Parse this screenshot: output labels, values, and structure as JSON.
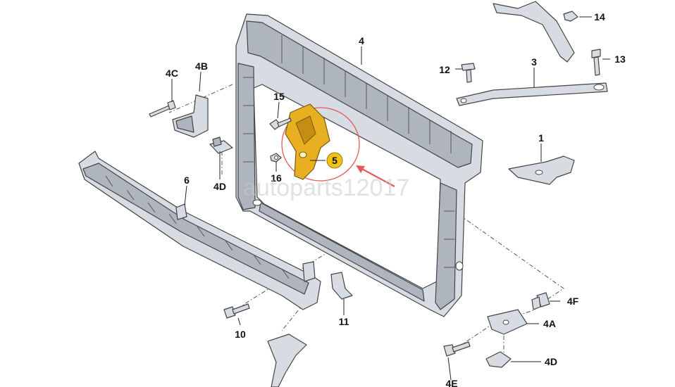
{
  "watermark": "autoparts12017",
  "highlight": {
    "label": "5",
    "circle_color": "#e45a5a",
    "part_color": "#e8b020",
    "badge_color": "#f0c21a"
  },
  "labels": {
    "p1": "1",
    "p3": "3",
    "p4": "4",
    "p4A": "4A",
    "p4B": "4B",
    "p4C": "4C",
    "p4D_left": "4D",
    "p4D_right": "4D",
    "p4E": "4E",
    "p4F": "4F",
    "p6": "6",
    "p10": "10",
    "p11": "11",
    "p12": "12",
    "p13": "13",
    "p14": "14",
    "p15": "15",
    "p16": "16"
  }
}
